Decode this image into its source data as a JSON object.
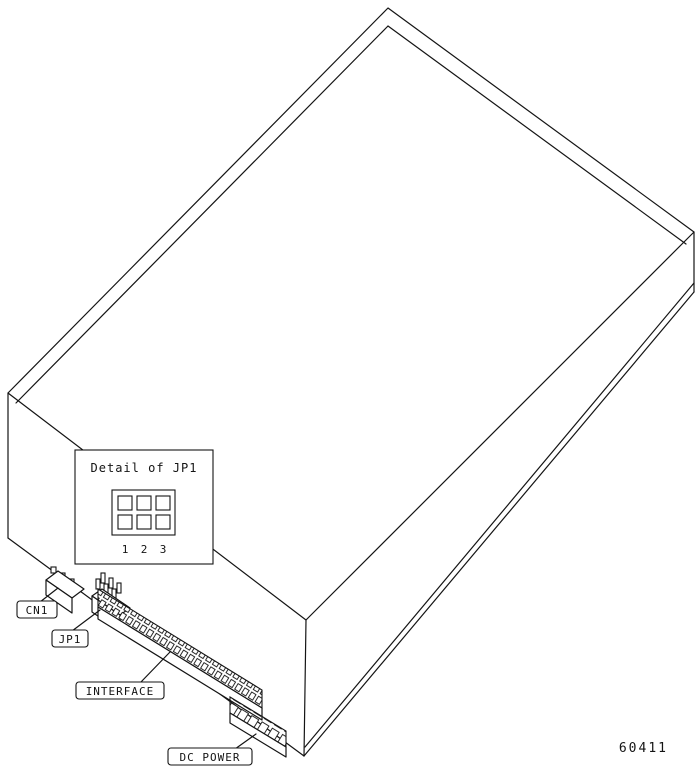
{
  "figure": {
    "inset": {
      "title": "Detail of JP1",
      "pin_numbers": [
        "1",
        "2",
        "3"
      ]
    },
    "labels": {
      "cn1": "CN1",
      "jp1": "JP1",
      "interface": "INTERFACE",
      "dc_power": "DC POWER"
    },
    "figure_number": "60411",
    "colors": {
      "line": "#141414",
      "background": "#ffffff"
    }
  }
}
